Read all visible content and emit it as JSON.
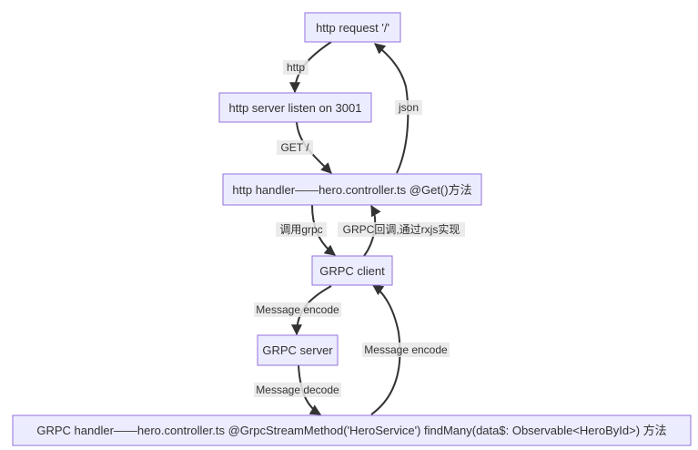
{
  "nodes": {
    "http_request": "http request '/'",
    "http_server": "http server listen on 3001",
    "http_handler": "http handler——hero.controller.ts @Get()方法",
    "grpc_client": "GRPC client",
    "grpc_server": "GRPC server",
    "grpc_handler": "GRPC handler——hero.controller.ts @GrpcStreamMethod('HeroService') findMany(data$: Observable<HeroById>) 方法"
  },
  "edges": {
    "request_to_server": "http",
    "server_to_handler": "GET /",
    "handler_to_request": "json",
    "handler_to_client": "调用grpc",
    "client_to_handler": "GRPC回调,通过rxjs实现",
    "client_to_server": "Message encode",
    "server_to_grpc_handler": "Message decode",
    "grpc_handler_to_client": "Message encode"
  },
  "colors": {
    "node_fill": "#ececff",
    "node_stroke": "#9370db",
    "edge": "#333333",
    "label_bg": "#e8e8e8"
  }
}
